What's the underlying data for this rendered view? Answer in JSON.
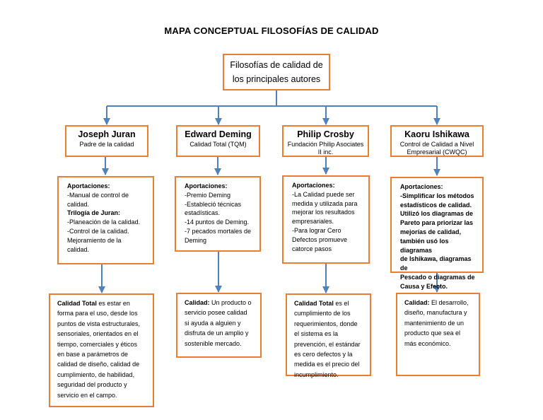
{
  "title": "MAPA CONCEPTUAL FILOSOFÍAS DE CALIDAD",
  "root": {
    "line1": "Filosofías de calidad de",
    "line2": "los principales autores"
  },
  "authors": [
    {
      "name": "Joseph Juran",
      "subtitle_lines": [
        "Padre de la calidad"
      ],
      "aportaciones_lines": [
        {
          "text": "Aportaciones:",
          "bold": true
        },
        {
          "text": "-Manual de control de",
          "bold": false
        },
        {
          "text": "calidad.",
          "bold": false
        },
        {
          "text": "Trilogía de Juran:",
          "bold": true
        },
        {
          "text": "-Planeación de la calidad.",
          "bold": false
        },
        {
          "text": "-Control de la calidad.",
          "bold": false
        },
        {
          "text": "Mejoramiento de la",
          "bold": false
        },
        {
          "text": "calidad.",
          "bold": false
        }
      ],
      "definition_term": "Calidad Total",
      "definition_lines": [
        " es estar en",
        "forma para el uso, desde los",
        "puntos de vista estructurales,",
        "sensoriales, orientados en el",
        "tiempo, comerciales y éticos",
        "en base a parámetros de",
        "calidad de diseño, calidad de",
        "cumplimiento, de habilidad,",
        "seguridad del producto y",
        "servicio en el campo."
      ]
    },
    {
      "name": "Edward Deming",
      "subtitle_lines": [
        "Calidad Total (TQM)"
      ],
      "aportaciones_lines": [
        {
          "text": "Aportaciones:",
          "bold": true
        },
        {
          "text": "-Premio Deming",
          "bold": false
        },
        {
          "text": "-Estableció técnicas",
          "bold": false
        },
        {
          "text": "estadísticas.",
          "bold": false
        },
        {
          "text": "-14 puntos de Deming.",
          "bold": false
        },
        {
          "text": "-7 pecados mortales de",
          "bold": false
        },
        {
          "text": "Deming",
          "bold": false
        }
      ],
      "definition_term": "Calidad:",
      "definition_lines": [
        " Un producto o",
        "servicio posee calidad",
        "si ayuda a alguien y",
        "disfruta de un amplio y",
        "sostenible mercado."
      ]
    },
    {
      "name": "Philip Crosby",
      "subtitle_lines": [
        "Fundación Philip Asociates",
        "II inc."
      ],
      "aportaciones_lines": [
        {
          "text": "Aportaciones:",
          "bold": true
        },
        {
          "text": "-La Calidad puede ser",
          "bold": false
        },
        {
          "text": "medida y utilizada para",
          "bold": false
        },
        {
          "text": "mejorar los resultados",
          "bold": false
        },
        {
          "text": "empresariales.",
          "bold": false
        },
        {
          "text": "-Para lograr Cero",
          "bold": false
        },
        {
          "text": "Defectos promueve",
          "bold": false
        },
        {
          "text": "catorce pasos",
          "bold": false
        }
      ],
      "definition_term": "Calidad Total",
      "definition_lines": [
        " es el",
        "cumplimiento de los",
        "requerimientos, donde",
        "el sistema es la",
        "prevención, el estándar",
        "es cero defectos y la",
        "medida es el precio del",
        "incumplimiento."
      ]
    },
    {
      "name": "Kaoru Ishikawa",
      "subtitle_lines": [
        "Control de Calidad a Nivel",
        "Empresarial (CWQC)"
      ],
      "aportaciones_lines": [
        {
          "text": "Aportaciones:",
          "bold": true
        },
        {
          "text": "-Simplificar los métodos",
          "bold": true
        },
        {
          "text": "estadísticos de calidad.",
          "bold": true
        },
        {
          "text": "Utilizó los diagramas de",
          "bold": true
        },
        {
          "text": "Pareto para priorizar las",
          "bold": true
        },
        {
          "text": "mejorías de calidad,",
          "bold": true
        },
        {
          "text": "también usó los diagramas",
          "bold": true
        },
        {
          "text": "de Ishikawa, diagramas de",
          "bold": true
        },
        {
          "text": "Pescado o diagramas de",
          "bold": true
        },
        {
          "text": "Causa y Efecto.",
          "bold": true
        }
      ],
      "definition_term": "Calidad:",
      "definition_lines": [
        " El desarrollo,",
        "diseño, manufactura y",
        "mantenimiento de un",
        "producto que sea el",
        "más económico."
      ]
    }
  ],
  "colors": {
    "border": "#ED7D31",
    "arrow": "#4F81BD",
    "text": "#000000"
  }
}
